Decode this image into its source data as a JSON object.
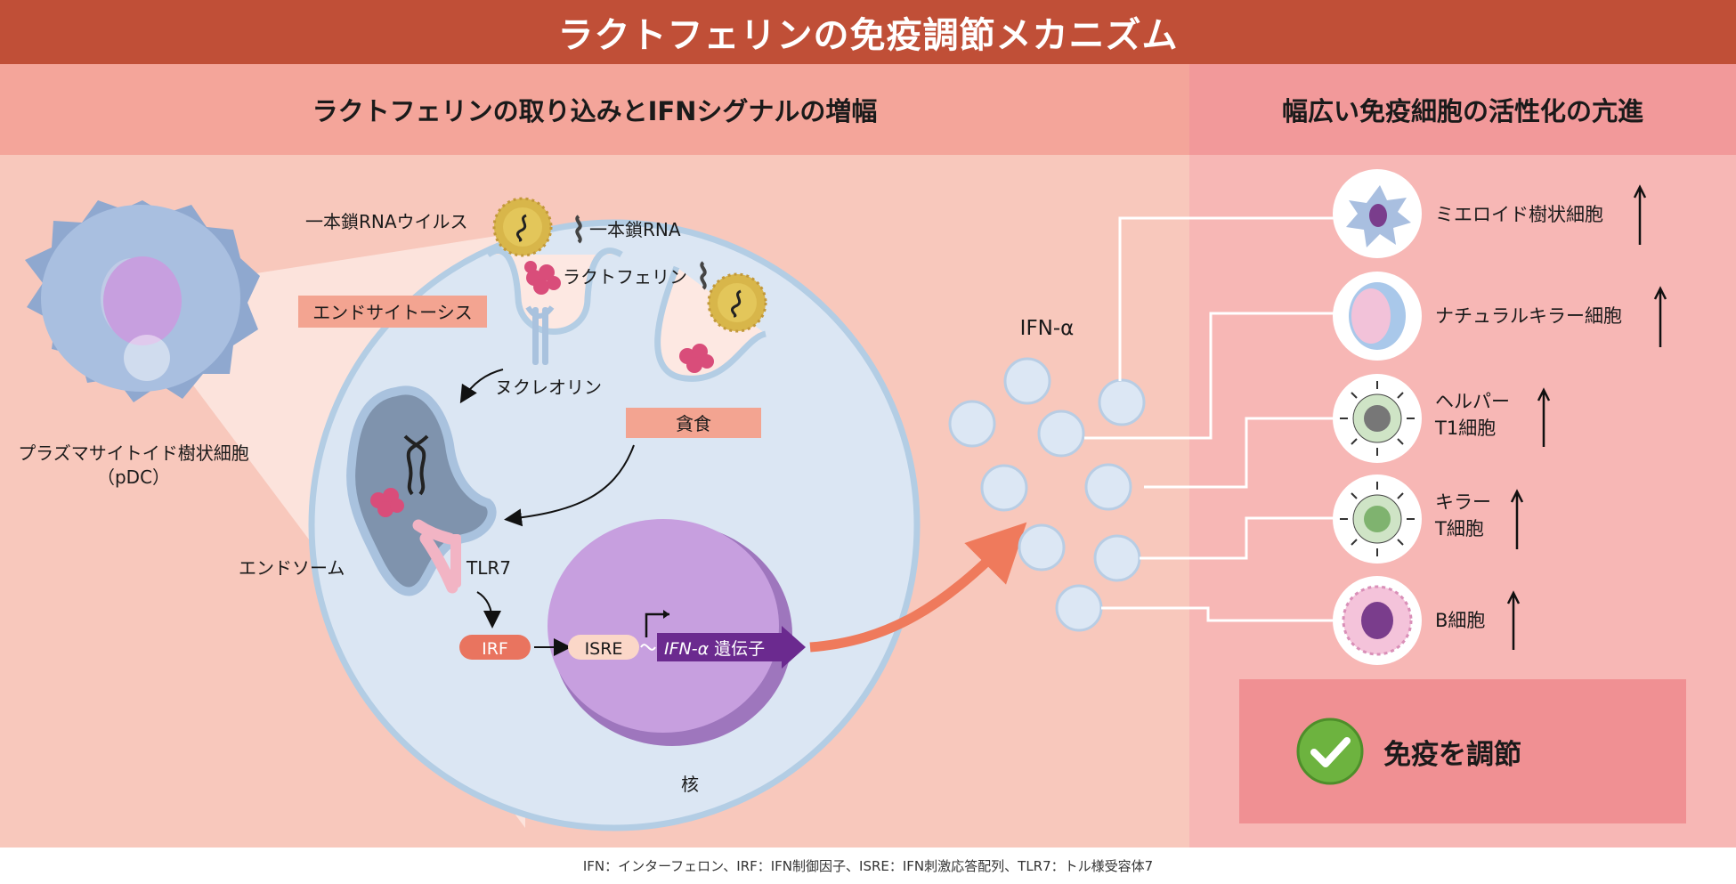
{
  "title": "ラクトフェリンの免疫調節メカニズム",
  "left_header": "ラクトフェリンの取り込みとIFNシグナルの増幅",
  "right_header": "幅広い免疫細胞の活性化の亢進",
  "labels": {
    "ssrna_virus": "一本鎖RNAウイルス",
    "ssrna": "一本鎖RNA",
    "lactoferrin": "ラクトフェリン",
    "endocytosis": "エンドサイトーシス",
    "nucleolin": "ヌクレオリン",
    "phagocytosis": "貪食",
    "pdc_name": "プラズマサイトイド樹状細胞",
    "pdc_abbr": "（pDC）",
    "endosome": "エンドソーム",
    "tlr7": "TLR7",
    "irf": "IRF",
    "isre": "ISRE",
    "ifn_gene_italic": "IFN-α",
    "ifn_gene_suffix": " 遺伝子",
    "nucleus": "核",
    "ifn_alpha": "IFN-α"
  },
  "immune_cells": [
    {
      "line1": "ミエロイド樹状細胞",
      "line2": "",
      "trend": "up"
    },
    {
      "line1": "ナチュラルキラー細胞",
      "line2": "",
      "trend": "up"
    },
    {
      "line1": "ヘルパー",
      "line2": "T1細胞",
      "trend": "up"
    },
    {
      "line1": "キラー",
      "line2": "T細胞",
      "trend": "up"
    },
    {
      "line1": "B細胞",
      "line2": "",
      "trend": "up"
    }
  ],
  "outcome": "免疫を調節",
  "footer": "IFN：インターフェロン、IRF：IFN制御因子、ISRE：IFN刺激応答配列、TLR7：トル様受容体7",
  "colors": {
    "title_bar": "#c04f37",
    "left_panel": "#f8c8bc",
    "right_panel": "#f7b7b5",
    "membrane": "#b3cde4",
    "nucleus": "#c79fdf",
    "gene_arrow": "#6b2a8f",
    "irf": "#e9745f",
    "check": "#6db33f"
  }
}
